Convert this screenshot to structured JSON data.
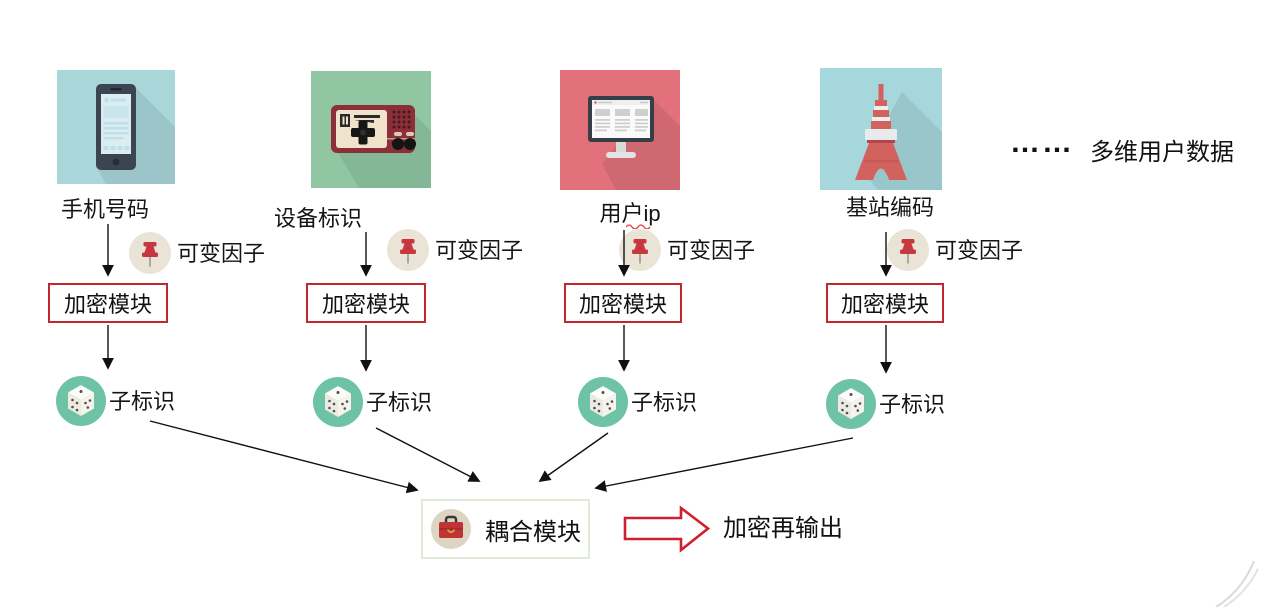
{
  "diagram": {
    "sources": [
      {
        "id": "phone",
        "label": "手机号码",
        "factor_label": "可变因子",
        "encrypt_label": "加密模块",
        "subid_label": "子标识"
      },
      {
        "id": "game-device",
        "label": "设备标识",
        "factor_label": "可变因子",
        "encrypt_label": "加密模块",
        "subid_label": "子标识"
      },
      {
        "id": "user-ip",
        "label": "用户ip",
        "factor_label": "可变因子",
        "encrypt_label": "加密模块",
        "subid_label": "子标识"
      },
      {
        "id": "base-station",
        "label": "基站编码",
        "factor_label": "可变因子",
        "encrypt_label": "加密模块",
        "subid_label": "子标识"
      }
    ],
    "more_sources": {
      "ellipsis": "……",
      "label": "多维用户数据"
    },
    "coupling": {
      "label": "耦合模块"
    },
    "output": {
      "label": "加密再输出"
    },
    "colors": {
      "encrypt_box_border": "#c1272d",
      "output_arrow_red": "#cf2030",
      "tile_phone_bg": "#a9d6d9",
      "tile_game_bg": "#90c7a2",
      "tile_monitor_bg": "#e2717c",
      "tile_tower_bg": "#a5d7dc",
      "dice_circle_teal": "#6ec2a6",
      "pin_circle_beige": "#e9e4d5",
      "briefcase_circle_beige": "#ddd5c2",
      "coupling_box_border": "#dfead8"
    }
  }
}
